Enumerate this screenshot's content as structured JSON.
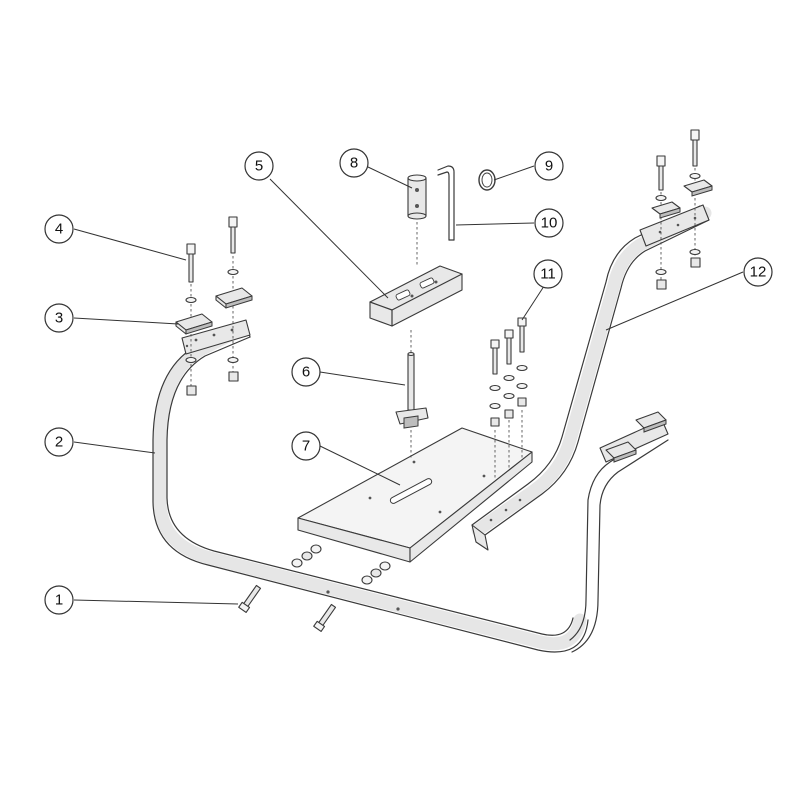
{
  "diagram": {
    "callouts": [
      {
        "number": "1"
      },
      {
        "number": "2"
      },
      {
        "number": "3"
      },
      {
        "number": "4"
      },
      {
        "number": "5"
      },
      {
        "number": "6"
      },
      {
        "number": "7"
      },
      {
        "number": "8"
      },
      {
        "number": "9"
      },
      {
        "number": "10"
      },
      {
        "number": "11"
      },
      {
        "number": "12"
      }
    ]
  },
  "colors": {
    "line": "#3a3a3a",
    "part_fill": "#e8e8e8",
    "background": "#ffffff"
  }
}
